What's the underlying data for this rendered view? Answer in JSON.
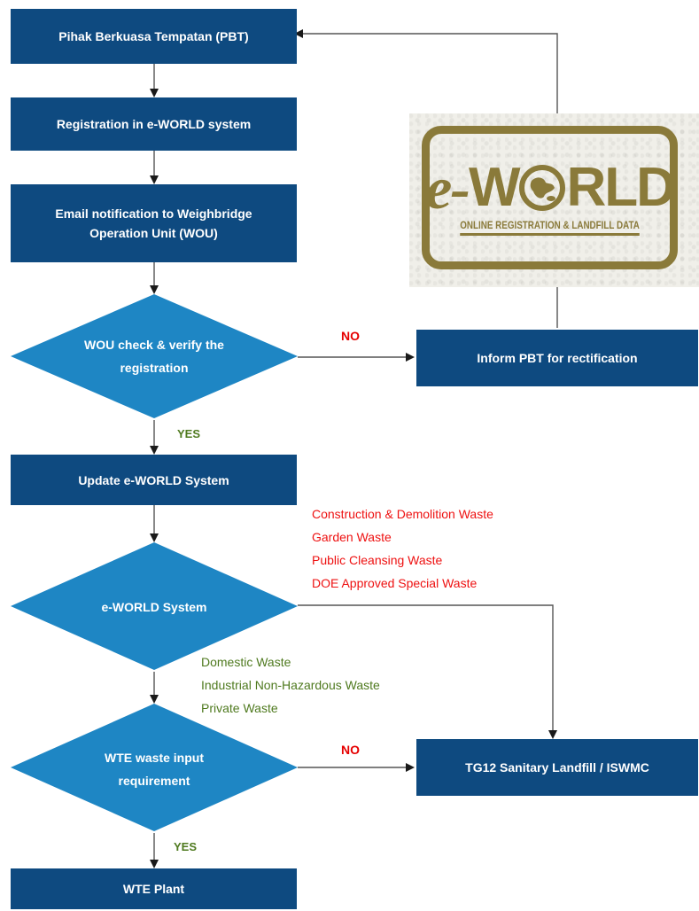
{
  "boxes": {
    "pbt": "Pihak Berkuasa Tempatan (PBT)",
    "registration": "Registration in e-WORLD system",
    "email_line1": "Email notification to Weighbridge",
    "email_line2": "Operation Unit (WOU)",
    "update": "Update e-WORLD System",
    "inform": "Inform PBT for rectification",
    "landfill": "TG12 Sanitary Landfill / ISWMC",
    "wte_plant": "WTE Plant"
  },
  "decisions": {
    "wou_line1": "WOU check & verify the",
    "wou_line2": "registration",
    "eworld": "e-WORLD System",
    "wte_line1": "WTE waste input",
    "wte_line2": "requirement"
  },
  "labels": {
    "no1": "NO",
    "yes1": "YES",
    "no2": "NO",
    "yes2": "YES"
  },
  "red_waste": [
    "Construction & Demolition Waste",
    "Garden Waste",
    "Public Cleansing Waste",
    "DOE Approved Special Waste"
  ],
  "green_waste": [
    "Domestic Waste",
    "Industrial Non-Hazardous Waste",
    "Private Waste"
  ],
  "logo": {
    "word_e": "e-",
    "word_w": "W",
    "word_rest": "RLD",
    "subtitle": "ONLINE REGISTRATION & LANDFILL DATA"
  },
  "colors": {
    "box": "#0e4a80",
    "diamond": "#1e86c4",
    "no": "#e60000",
    "yes": "#4f7a1f",
    "logo": "#8a7a3a"
  }
}
